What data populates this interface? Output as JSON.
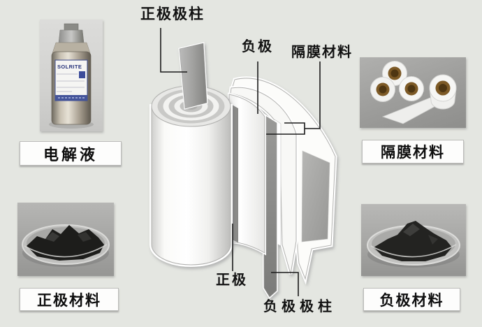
{
  "diagram": {
    "name": "battery-jelly-roll-structure",
    "labels": {
      "positive_terminal": "正极极柱",
      "negative_electrode": "负极",
      "separator": "隔膜材料",
      "positive_electrode": "正极",
      "negative_terminal": "负极极柱"
    }
  },
  "cards": [
    {
      "id": "electrolyte",
      "label": "电解液",
      "image": "electrolyte-bottle-photo",
      "bottle_brand": "SOLRITE"
    },
    {
      "id": "separator-material",
      "label": "隔膜材料",
      "image": "separator-tape-rolls-photo"
    },
    {
      "id": "cathode-material",
      "label": "正极材料",
      "image": "cathode-powder-dish-photo"
    },
    {
      "id": "anode-material",
      "label": "负极材料",
      "image": "anode-powder-dish-photo"
    }
  ],
  "colors": {
    "page_background": "#e4e6e1",
    "leader_line": "#1a1a1a",
    "dark_layer_gray": "#868684",
    "terminal_tab_gray": "#9a9a98",
    "photo_background_gray": "#9e9e9c",
    "caption_box_background": "#fdfdfc",
    "bottle_label_blue": "#2e3c86"
  }
}
